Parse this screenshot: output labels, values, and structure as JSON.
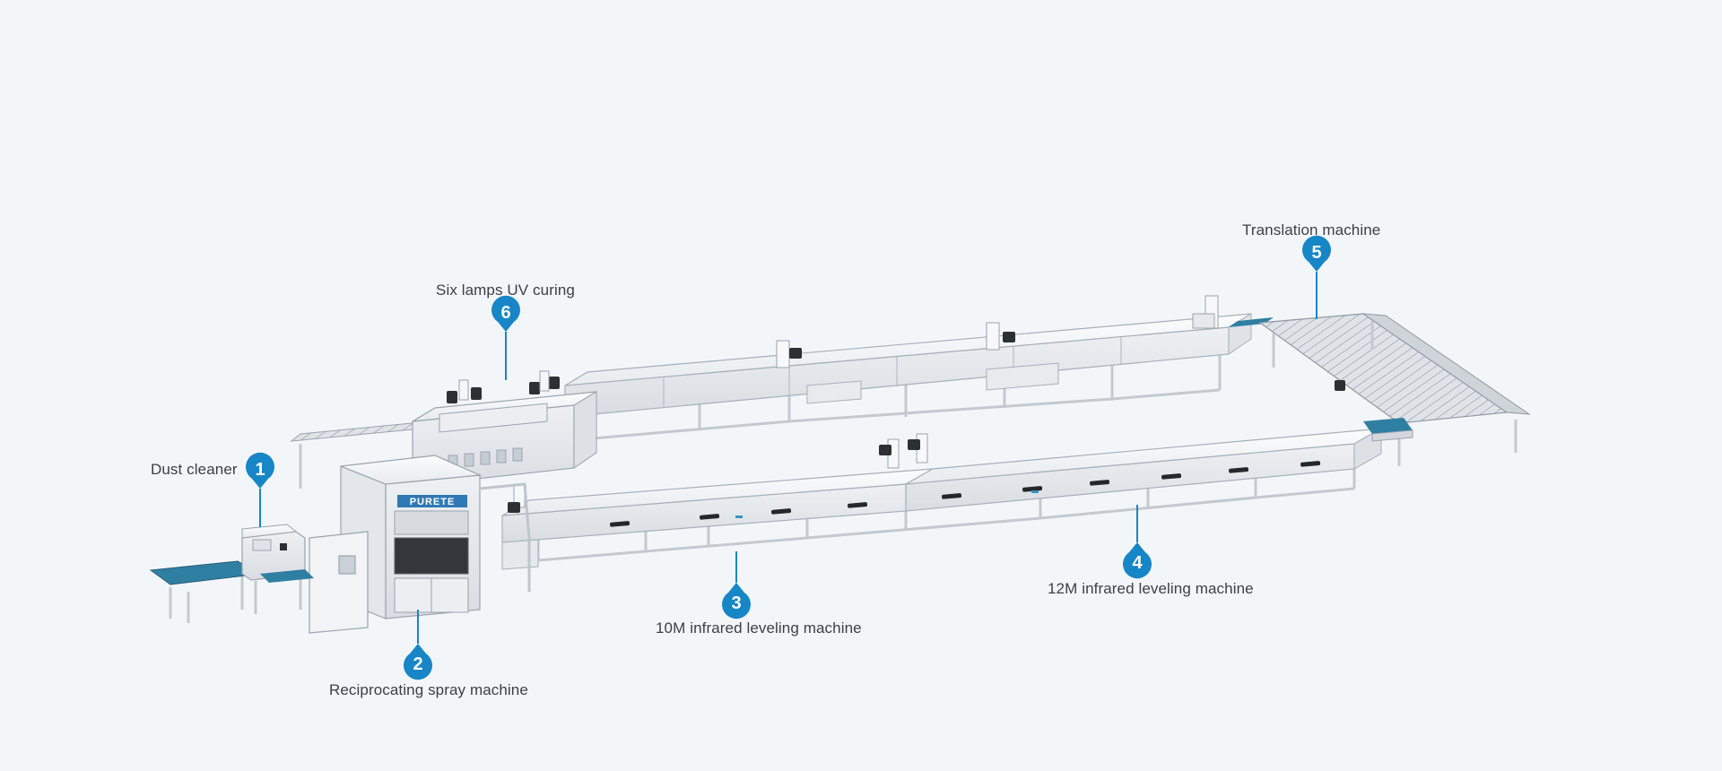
{
  "stations": [
    {
      "number": "1",
      "label": "Dust cleaner"
    },
    {
      "number": "2",
      "label": "Reciprocating spray machine"
    },
    {
      "number": "3",
      "label": "10M infrared leveling machine"
    },
    {
      "number": "4",
      "label": "12M infrared leveling machine"
    },
    {
      "number": "5",
      "label": "Translation machine"
    },
    {
      "number": "6",
      "label": "Six lamps UV curing"
    }
  ],
  "brand_logo": "PURETE",
  "colors": {
    "background": "#f3f6f9",
    "marker": "#1786c6",
    "belt": "#2f7fa3",
    "machine_body": "#f2f3f5",
    "machine_edge": "#9aa3ad",
    "frame": "#c7ccd2",
    "label_text": "#3b3f45"
  }
}
